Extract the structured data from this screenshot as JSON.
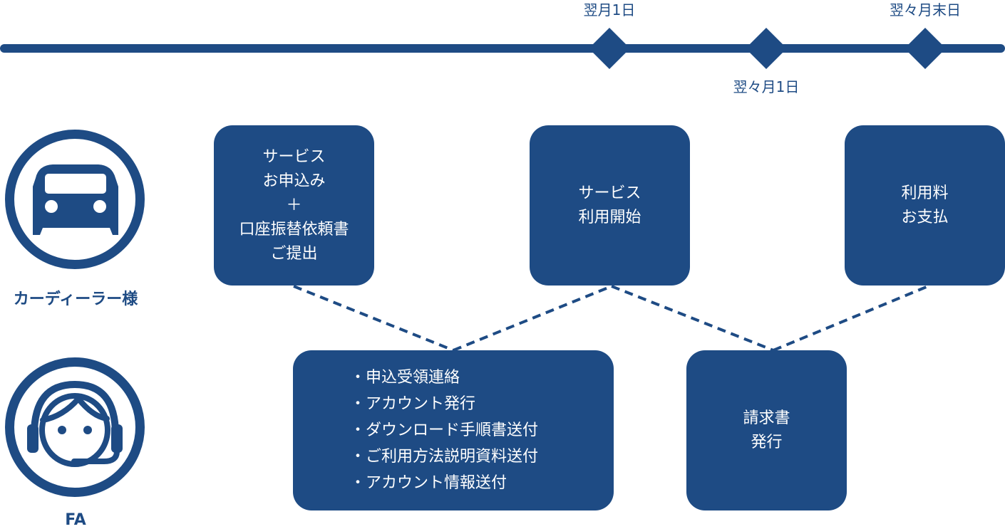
{
  "timeline": {
    "markers": [
      {
        "id": "m1",
        "label": "翌月1日",
        "label_position": "above"
      },
      {
        "id": "m2",
        "label": "翌々月1日",
        "label_position": "below"
      },
      {
        "id": "m3",
        "label": "翌々月末日",
        "label_position": "above"
      }
    ]
  },
  "roles": {
    "dealer": {
      "label": "カーディーラー様",
      "icon": "car-icon"
    },
    "fa": {
      "label": "FA",
      "icon": "headset-operator-icon"
    }
  },
  "dealer_steps": [
    {
      "id": "apply",
      "lines": [
        "サービス",
        "お申込み",
        "＋",
        "口座振替依頼書",
        "ご提出"
      ]
    },
    {
      "id": "start",
      "lines": [
        "サービス",
        "利用開始"
      ]
    },
    {
      "id": "pay",
      "lines": [
        "利用料",
        "お支払"
      ]
    }
  ],
  "fa_steps": [
    {
      "id": "onboarding",
      "items": [
        "・申込受領連絡",
        "・アカウント発行",
        "・ダウンロード手順書送付",
        "・ご利用方法説明資料送付",
        "・アカウント情報送付"
      ]
    },
    {
      "id": "invoice",
      "lines": [
        "請求書",
        "発行"
      ]
    }
  ],
  "colors": {
    "primary": "#1e4b84",
    "text_on_primary": "#ffffff",
    "background": "#ffffff"
  }
}
